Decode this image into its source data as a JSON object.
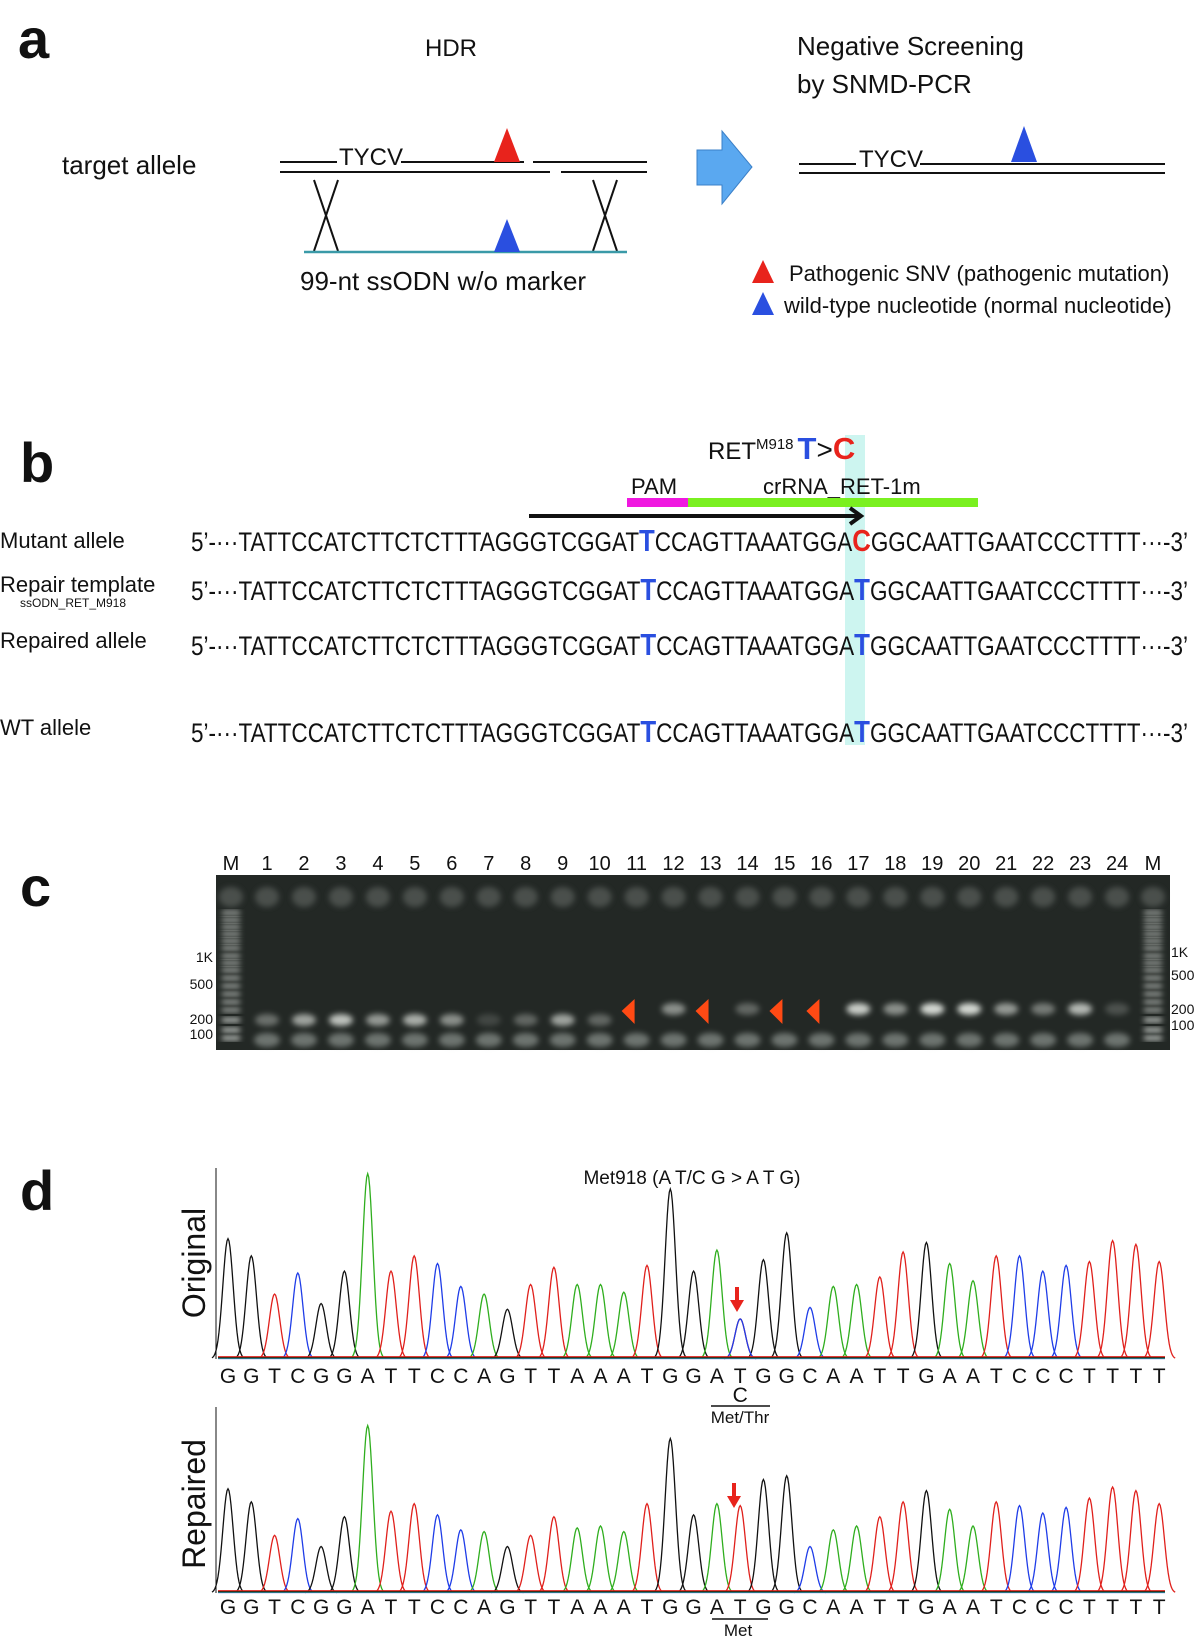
{
  "panel_a": {
    "label": "a",
    "hdr_title": "HDR",
    "screen_title_line1": "Negative Screening",
    "screen_title_line2": "by SNMD-PCR",
    "target_allele": "target allele",
    "tycv_left": "TYCV",
    "tycv_right": "TYCV",
    "ssodn": "99-nt  ssODN w/o marker",
    "legend": [
      {
        "text": "Pathogenic SNV (pathogenic mutation)",
        "color": "#e8231c"
      },
      {
        "text": "wild-type nucleotide (normal nucleotide)",
        "color": "#2a4fe0"
      }
    ],
    "arrow_color": "#5aa8f0",
    "ssodn_color": "#3a9aa8"
  },
  "panel_b": {
    "label": "b",
    "mutation_prefix": "RET",
    "mutation_sup": "M918",
    "mutation_from": "T",
    "mutation_arrow": ">",
    "mutation_to": "C",
    "pam_label": "PAM",
    "crrna_label": "crRNA_RET-1m",
    "pam_color": "#f018e0",
    "crrna_color": "#7af020",
    "highlight_color": "#cdf5f0",
    "rows": [
      {
        "label": "Mutant allele",
        "sublabel": "",
        "prefix": "5’-···TATTCCATCTTCTCTTTAGGGTCGGAT",
        "mark1": "T",
        "middle": "CCAGTTAAATGGA",
        "mark2": "C",
        "mark2_color": "#e8231c",
        "suffix": "GGCAATTGAATCCCTTTT···-3’"
      },
      {
        "label": "Repair template",
        "sublabel": "ssODN_RET_M918",
        "prefix": "5’-···TATTCCATCTTCTCTTTAGGGTCGGAT",
        "mark1": "T",
        "middle": "CCAGTTAAATGGA",
        "mark2": "T",
        "mark2_color": "#2a4fe0",
        "suffix": "GGCAATTGAATCCCTTTT···-3’"
      },
      {
        "label": "Repaired allele",
        "sublabel": "",
        "prefix": "5’-···TATTCCATCTTCTCTTTAGGGTCGGAT",
        "mark1": "T",
        "middle": "CCAGTTAAATGGA",
        "mark2": "T",
        "mark2_color": "#2a4fe0",
        "suffix": "GGCAATTGAATCCCTTTT···-3’"
      },
      {
        "label": "WT allele",
        "sublabel": "",
        "prefix": "5’-···TATTCCATCTTCTCTTTAGGGTCGGAT",
        "mark1": "T",
        "middle": "CCAGTTAAATGGA",
        "mark2": "T",
        "mark2_color": "#2a4fe0",
        "suffix": "GGCAATTGAATCCCTTTT···-3’"
      }
    ]
  },
  "panel_c": {
    "label": "c",
    "lanes": [
      "M",
      "1",
      "2",
      "3",
      "4",
      "5",
      "6",
      "7",
      "8",
      "9",
      "10",
      "11",
      "12",
      "13",
      "14",
      "15",
      "16",
      "17",
      "18",
      "19",
      "20",
      "21",
      "22",
      "23",
      "24",
      "M"
    ],
    "left_sizes": [
      "1K",
      "500",
      "200",
      "100"
    ],
    "right_sizes": [
      "1K",
      "500",
      "200",
      "100"
    ],
    "band_intensity": [
      0.35,
      0.6,
      0.75,
      0.55,
      0.65,
      0.5,
      0.15,
      0.3,
      0.6,
      0.3,
      0,
      0.5,
      0,
      0.3,
      0,
      0,
      0.8,
      0.5,
      0.85,
      0.85,
      0.55,
      0.4,
      0.7,
      0.2
    ],
    "arrow_lanes": [
      11,
      13,
      15,
      16
    ],
    "arrow_color": "#ff4a14"
  },
  "panel_d": {
    "label": "d",
    "title": "Met918 (A T/C G > A T G)",
    "base_colors": {
      "G": "#111111",
      "A": "#2fae1e",
      "T": "#e0201c",
      "C": "#1f3de8"
    },
    "original": {
      "label": "Original",
      "sequence": "GGTCGGATTCCAGTTAAATGGATGGCAATTGAATCCCTTTT",
      "heights": [
        0.63,
        0.54,
        0.34,
        0.45,
        0.29,
        0.46,
        0.97,
        0.46,
        0.54,
        0.5,
        0.38,
        0.34,
        0.26,
        0.39,
        0.48,
        0.39,
        0.39,
        0.35,
        0.49,
        0.89,
        0.46,
        0.57,
        0.21,
        0.52,
        0.66,
        0.27,
        0.38,
        0.39,
        0.43,
        0.56,
        0.61,
        0.5,
        0.41,
        0.54,
        0.54,
        0.46,
        0.49,
        0.51,
        0.62,
        0.6,
        0.51
      ],
      "mixed_index": 22,
      "mixed_base": "C",
      "mixed_height": 0.21,
      "codon_label": "Met/Thr"
    },
    "repaired": {
      "label": "Repaired",
      "sequence": "GGTCGGATTCCAGTTAAATGGATGGCAATTGAATCCCTTTT",
      "heights": [
        0.56,
        0.49,
        0.31,
        0.4,
        0.25,
        0.41,
        0.9,
        0.44,
        0.48,
        0.42,
        0.34,
        0.33,
        0.25,
        0.31,
        0.41,
        0.35,
        0.36,
        0.33,
        0.48,
        0.83,
        0.42,
        0.48,
        0.47,
        0.61,
        0.63,
        0.25,
        0.34,
        0.36,
        0.41,
        0.49,
        0.55,
        0.45,
        0.36,
        0.49,
        0.47,
        0.43,
        0.46,
        0.51,
        0.57,
        0.55,
        0.48
      ],
      "codon_label": "Met"
    }
  }
}
